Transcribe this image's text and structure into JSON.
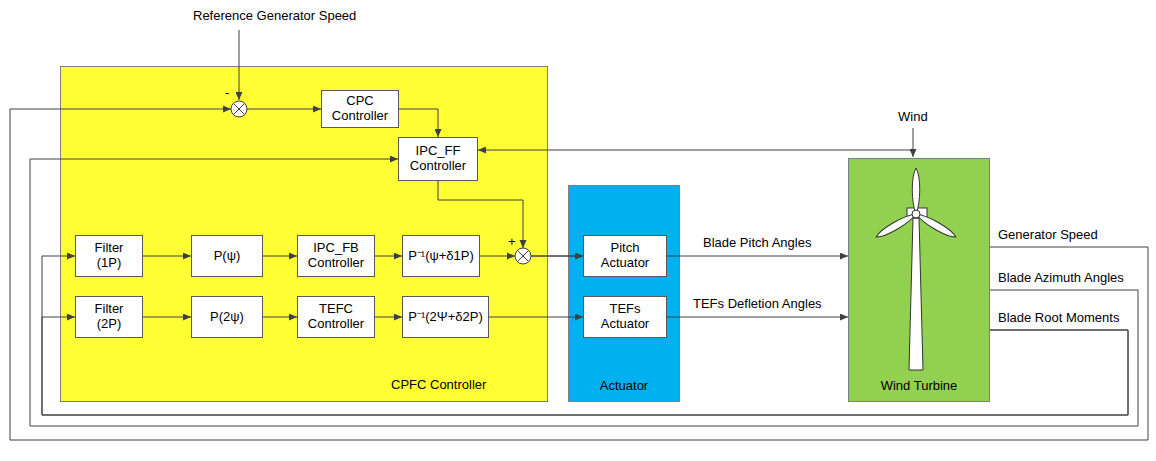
{
  "diagram": {
    "nodes": [
      {
        "text": [
          "CPFC Controller"
        ]
      },
      {
        "text": [
          "CPC Controller"
        ],
        "in": 0
      },
      {
        "text": [
          "IPC_FF Controller"
        ],
        "in": 0
      },
      {
        "text": [
          "Filter (1P)"
        ],
        "in": 0
      },
      {
        "text": [
          "P(ψ)"
        ],
        "in": 0
      },
      {
        "text": [
          "IPC_FB Controller"
        ],
        "in": 0
      },
      {
        "text": [
          "P⁻¹(ψ+δ1P)"
        ],
        "in": 0
      },
      {
        "text": [
          "Filter (2P)"
        ],
        "in": 0
      },
      {
        "text": [
          "P(2ψ)"
        ],
        "in": 0
      },
      {
        "text": [
          "TEFC Controller"
        ],
        "in": 0
      },
      {
        "text": [
          "P⁻¹(2Ψ+δ2P)"
        ],
        "in": 0
      },
      {
        "text": [
          "Actuator"
        ]
      },
      {
        "text": [
          "Pitch Actuator"
        ],
        "in": 11
      },
      {
        "text": [
          "TEFs Actuator"
        ],
        "in": 11
      },
      {
        "text": [
          "Wind Turbine"
        ]
      }
    ],
    "edges": [
      {
        "from": 1,
        "to": 2,
        "arrow": "to"
      },
      {
        "from": 2,
        "to": 12,
        "arrow": "to"
      },
      {
        "from": 3,
        "to": 4,
        "arrow": "to"
      },
      {
        "from": 4,
        "to": 5,
        "arrow": "to"
      },
      {
        "from": 5,
        "to": 6,
        "arrow": "to"
      },
      {
        "from": 6,
        "to": 12,
        "arrow": "to"
      },
      {
        "from": 7,
        "to": 8,
        "arrow": "to"
      },
      {
        "from": 8,
        "to": 9,
        "arrow": "to"
      },
      {
        "from": 9,
        "to": 10,
        "arrow": "to"
      },
      {
        "from": 10,
        "to": 13,
        "arrow": "to"
      },
      {
        "from": 12,
        "to": 14,
        "label": "Blade Pitch Angles",
        "arrow": "to"
      },
      {
        "from": 13,
        "to": 14,
        "label": "TEFs Defletion Angles",
        "arrow": "to"
      },
      {
        "from": 14,
        "to": 1,
        "label": "Generator Speed",
        "arrow": "to"
      },
      {
        "from": 14,
        "to": 2,
        "label": "Blade Azimuth Angles",
        "arrow": "to"
      },
      {
        "from": 14,
        "to": 3,
        "label": "Blade Root Moments",
        "arrow": "to"
      },
      {
        "from": 14,
        "to": 7,
        "arrow": "to"
      }
    ],
    "labels": [
      "Reference Generator Speed",
      "-",
      "Wind",
      "+"
    ]
  }
}
